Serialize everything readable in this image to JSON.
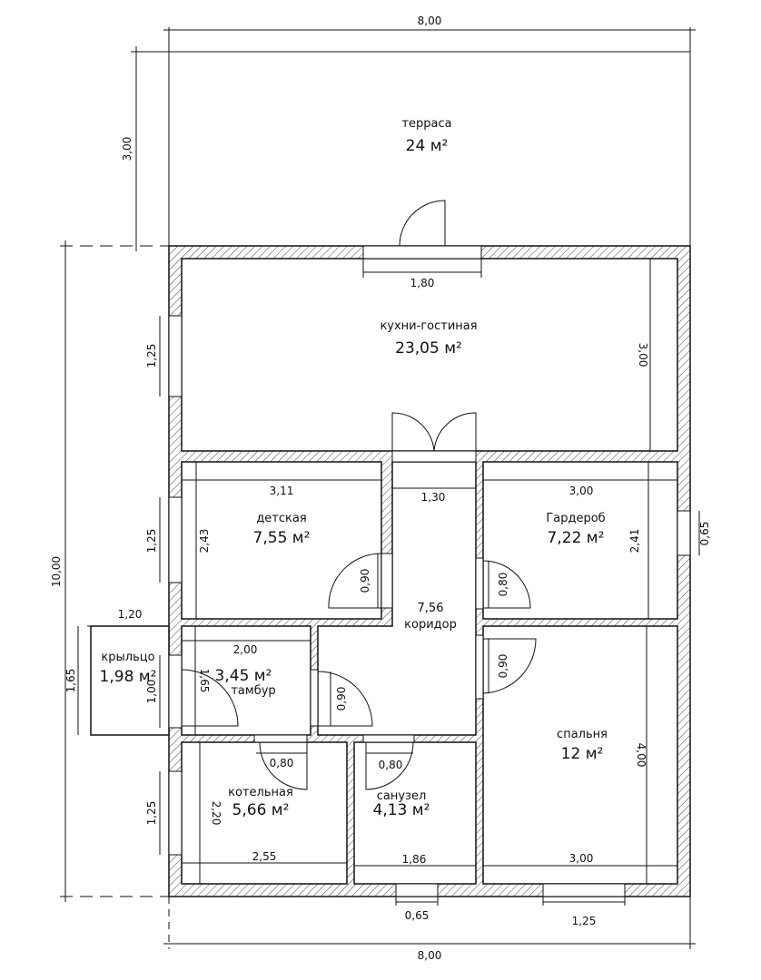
{
  "rooms": {
    "terrace": {
      "name": "терраса",
      "area": "24 м²"
    },
    "kitchen": {
      "name": "кухни-гостиная",
      "area": "23,05 м²"
    },
    "kids": {
      "name": "детская",
      "area": "7,55 м²"
    },
    "wardrobe": {
      "name": "Гардероб",
      "area": "7,22 м²"
    },
    "corridor": {
      "name": "коридор",
      "area": "7,56"
    },
    "porch": {
      "name": "крыльцо",
      "area": "1,98 м²"
    },
    "vestibule": {
      "name": "тамбур",
      "area": "3,45 м²"
    },
    "bedroom": {
      "name": "спальня",
      "area": "12 м²"
    },
    "boiler": {
      "name": "котельная",
      "area": "5,66 м²"
    },
    "bathroom": {
      "name": "санузел",
      "area": "4,13 м²"
    }
  },
  "dimensions": {
    "top_width": "8,00",
    "bottom_width": "8,00",
    "total_depth": "10,00",
    "terrace_depth": "3,00",
    "terrace_door": "1,80",
    "kitchen_depth": "3,00",
    "kitchen_window": "1,25",
    "kids_width": "3,11",
    "kids_depth": "2,43",
    "kids_window": "1,25",
    "kids_door": "0,90",
    "corridor_width": "1,30",
    "wardrobe_width": "3,00",
    "wardrobe_depth": "2,41",
    "wardrobe_window": "0,65",
    "wardrobe_door": "0,80",
    "bedroom_door": "0,90",
    "bedroom_depth": "4,00",
    "bedroom_width": "3,00",
    "bedroom_window": "1,25",
    "porch_width": "1,20",
    "porch_depth": "1,65",
    "entry_door": "1,00",
    "vestibule_width": "2,00",
    "vestibule_depth": "1,65",
    "vestibule_door": "0,90",
    "boiler_door": "0,80",
    "boiler_depth": "2,20",
    "boiler_width": "2,55",
    "boiler_window": "1,25",
    "bathroom_door": "0,80",
    "bathroom_width": "1,86",
    "bathroom_window": "0,65"
  }
}
